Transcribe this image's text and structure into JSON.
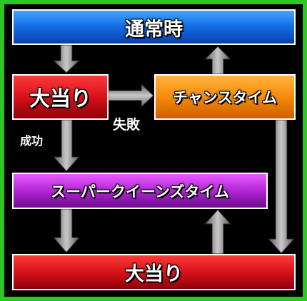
{
  "nodes": {
    "normal": "通常時",
    "jackpot_top": "大当り",
    "chance_time": "チャンスタイム",
    "super_queen_time": "スーパークイーンズタイム",
    "jackpot_bottom": "大当り"
  },
  "edge_labels": {
    "fail": "失敗",
    "success": "成功"
  },
  "colors": {
    "frame": "#2fc524",
    "normal": "#1470e6",
    "jackpot": "#d8121a",
    "chance_time": "#f58a0a",
    "super_queen_time": "#b325d6",
    "arrow": "#8a8a8a"
  }
}
